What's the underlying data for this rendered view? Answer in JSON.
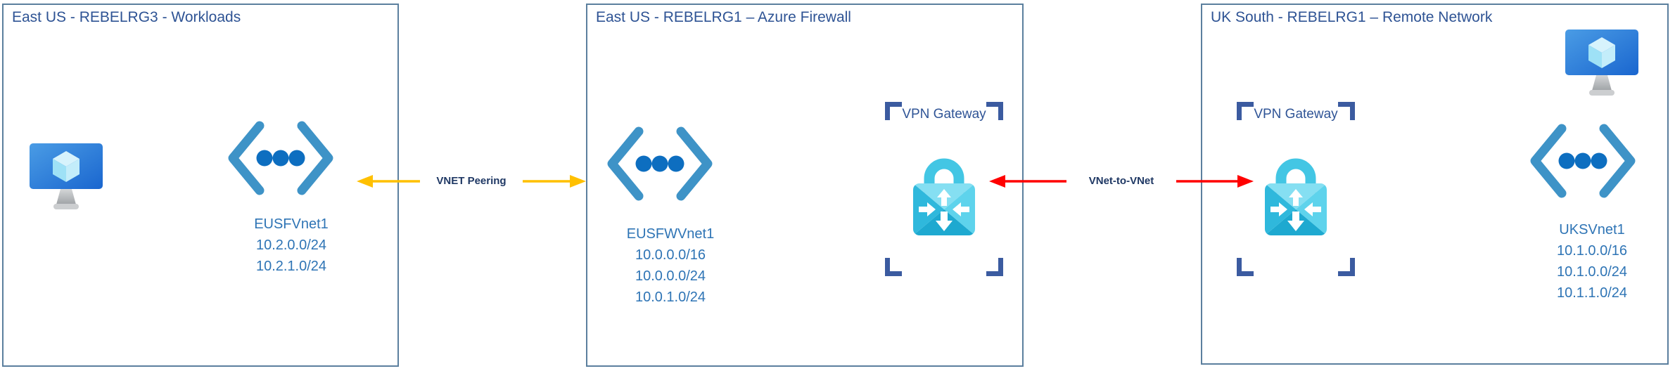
{
  "groups": [
    {
      "title": "East US - REBELRG3 - Workloads",
      "vnet": {
        "name": "EUSFVnet1",
        "addresses": [
          "10.2.0.0/24",
          "10.2.1.0/24"
        ]
      },
      "icons": [
        "virtual-machine",
        "virtual-network"
      ]
    },
    {
      "title": "East US - REBELRG1 – Azure Firewall",
      "vnet": {
        "name": "EUSFWVnet1",
        "addresses": [
          "10.0.0.0/16",
          "10.0.0.0/24",
          "10.0.1.0/24"
        ]
      },
      "vpn_gateway": {
        "label": "VPN Gateway"
      },
      "icons": [
        "virtual-network",
        "vpn-gateway"
      ]
    },
    {
      "title": "UK South - REBELRG1 – Remote Network",
      "vnet": {
        "name": "UKSVnet1",
        "addresses": [
          "10.1.0.0/16",
          "10.1.0.0/24",
          "10.1.1.0/24"
        ]
      },
      "vpn_gateway": {
        "label": "VPN Gateway"
      },
      "icons": [
        "vpn-gateway",
        "virtual-machine",
        "virtual-network"
      ]
    }
  ],
  "connections": [
    {
      "label": "VNET Peering",
      "color": "#FFC000",
      "style": "double-arrow"
    },
    {
      "label": "VNet-to-VNet",
      "color": "#FF0000",
      "style": "double-arrow"
    }
  ],
  "colors": {
    "box_border": "#5B7F9E",
    "title_text": "#2E5394",
    "vnet_text": "#2E74B5",
    "arrow_label_text": "#1F3864",
    "gateway_bracket": "#3B5BA0",
    "gateway_label_text": "#2F5496",
    "vnet_icon_chevron": "#3E93C7",
    "vnet_icon_dots": "#0D6EC0",
    "lock_shackle": "#43C6E4",
    "lock_body_top": "#85DFF2",
    "lock_body_right": "#5ED3EC",
    "lock_body_bottom": "#1EA9D0",
    "lock_body_left": "#2FB8DC",
    "vm_screen": "#2B7EDB",
    "vm_cube": "#C3EDFA"
  }
}
